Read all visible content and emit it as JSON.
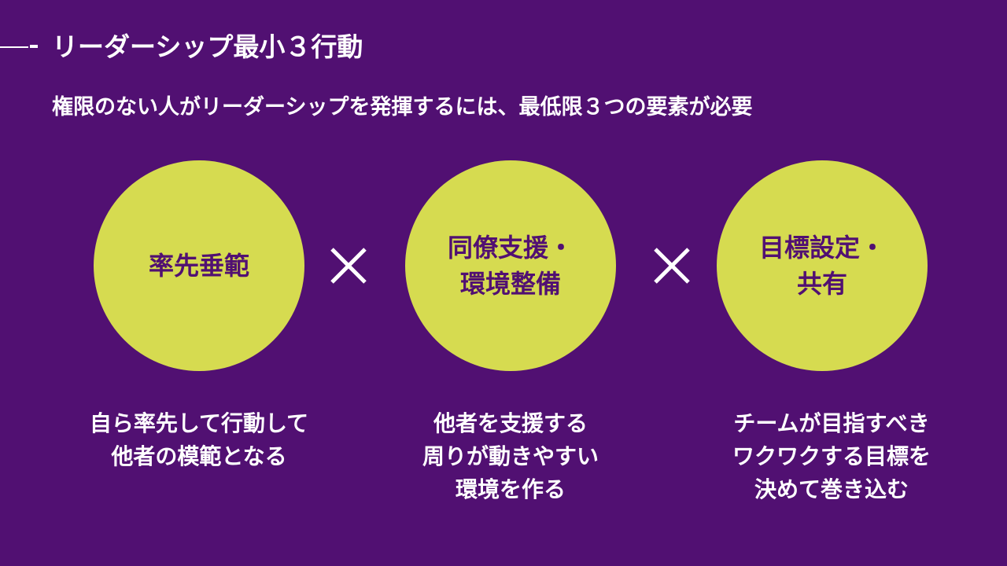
{
  "slide": {
    "title": "リーダーシップ最小３行動",
    "subtitle": "権限のない人がリーダーシップを発揮するには、最低限３つの要素が必要",
    "operator_icon": "multiply-icon",
    "colors": {
      "background": "#511072",
      "circle": "#d6db50",
      "circle_text": "#511072",
      "text": "#ffffff"
    },
    "items": [
      {
        "label": "率先垂範",
        "description": "自ら率先して行動して\n他者の模範となる"
      },
      {
        "label": "同僚支援・\n環境整備",
        "description": "他者を支援する\n周りが動きやすい\n環境を作る"
      },
      {
        "label": "目標設定・\n共有",
        "description": "チームが目指すべき\nワクワクする目標を\n決めて巻き込む"
      }
    ]
  }
}
